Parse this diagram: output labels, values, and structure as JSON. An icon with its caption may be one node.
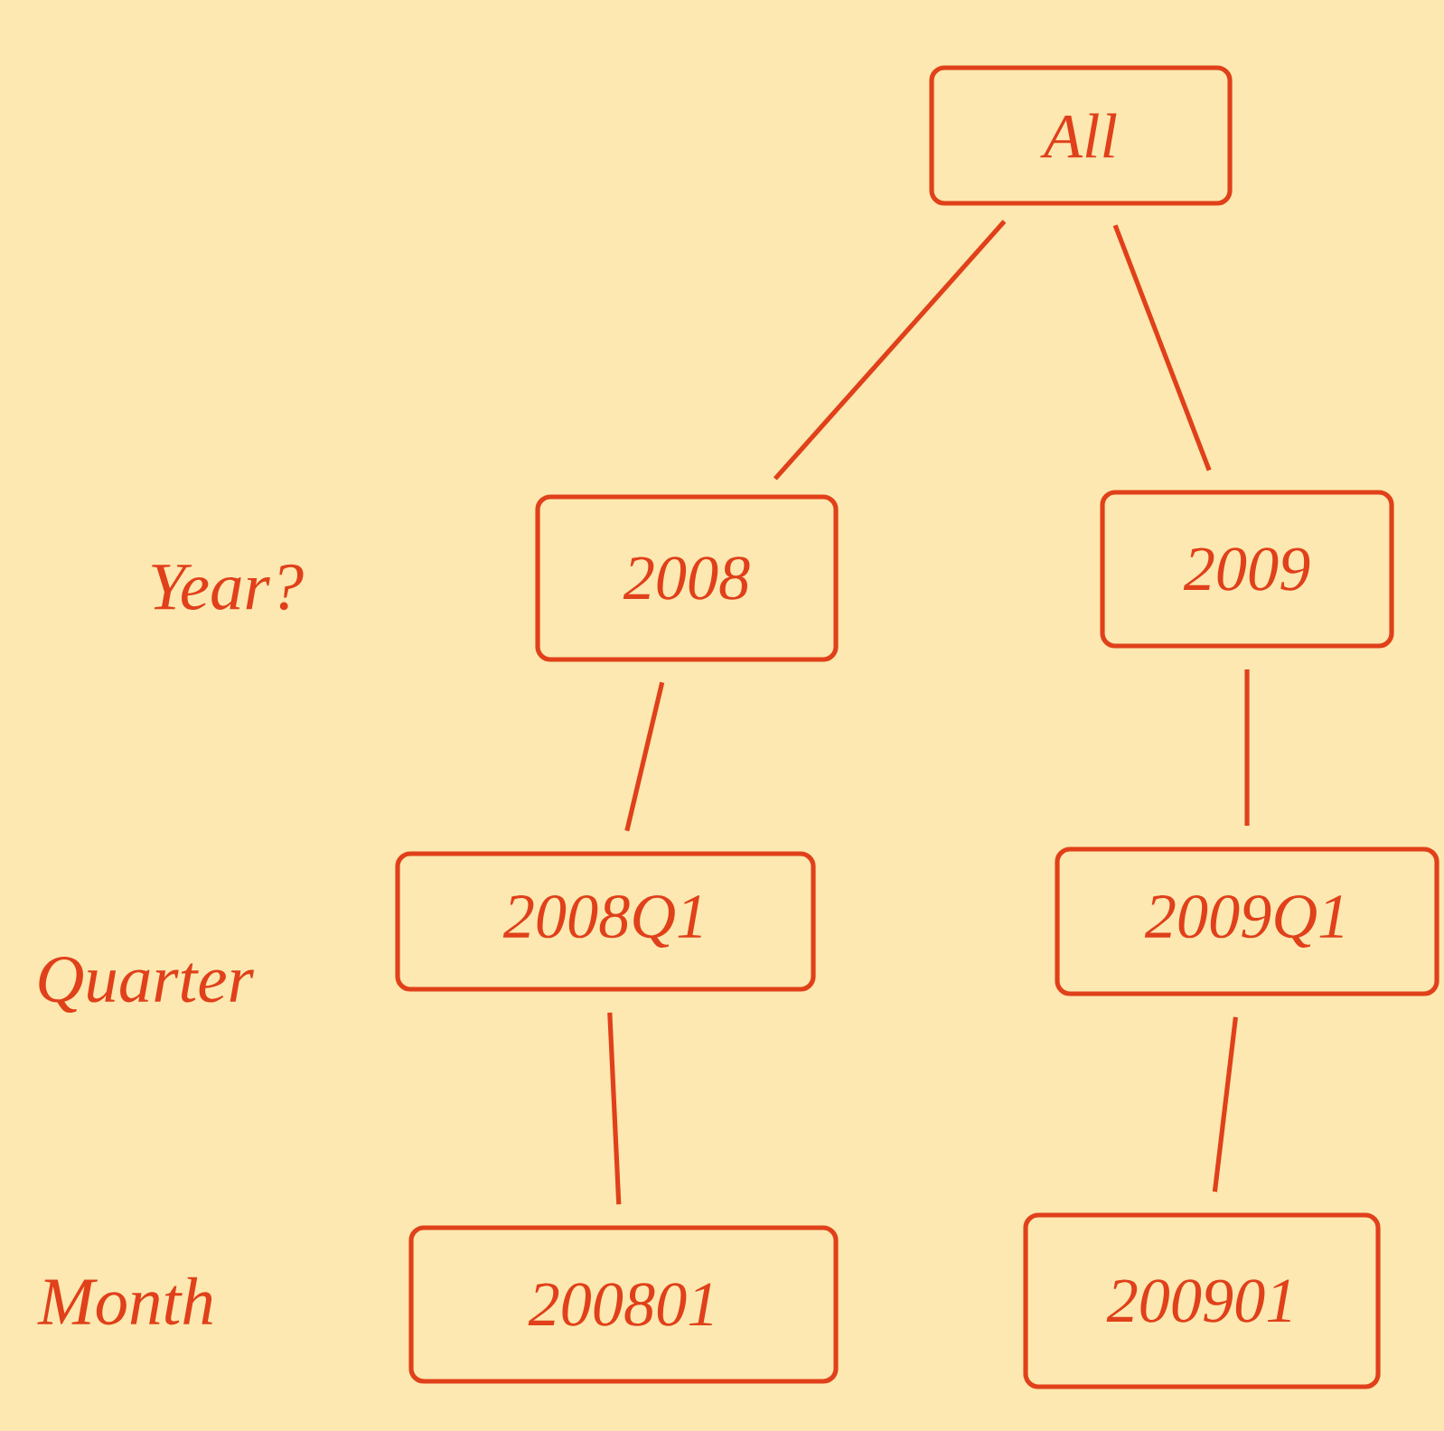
{
  "diagram": {
    "nodes": [
      {
        "text": [
          "All"
        ]
      },
      {
        "text": [
          "2008"
        ]
      },
      {
        "text": [
          "2009"
        ]
      },
      {
        "text": [
          "2008Q1"
        ]
      },
      {
        "text": [
          "2009Q1"
        ]
      },
      {
        "text": [
          "200801"
        ]
      },
      {
        "text": [
          "200901"
        ]
      }
    ],
    "edges": [
      {
        "from": 0,
        "to": 1,
        "arrow": "none"
      },
      {
        "from": 0,
        "to": 2,
        "arrow": "none"
      },
      {
        "from": 1,
        "to": 3,
        "arrow": "none"
      },
      {
        "from": 2,
        "to": 4,
        "arrow": "none"
      },
      {
        "from": 3,
        "to": 5,
        "arrow": "none"
      },
      {
        "from": 4,
        "to": 6,
        "arrow": "none"
      }
    ],
    "labels": [
      "Year?",
      "Quarter",
      "Month"
    ]
  }
}
